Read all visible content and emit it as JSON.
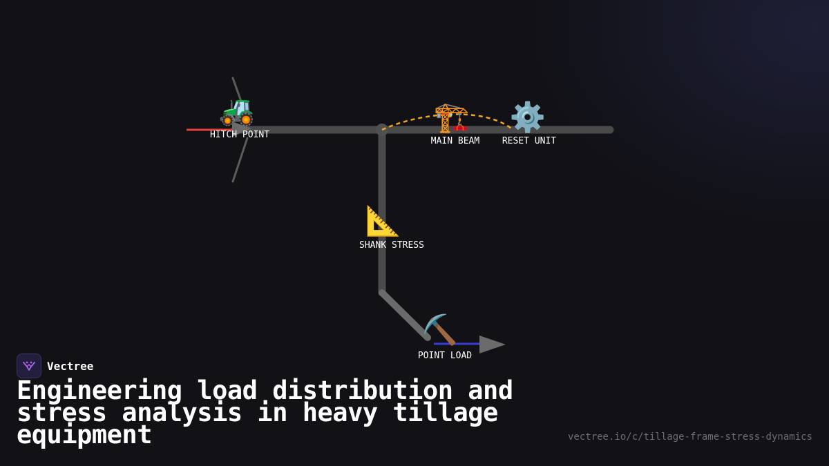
{
  "diagram": {
    "nodes": {
      "hitch": {
        "icon": "🚜",
        "label": "HITCH POINT",
        "icon_name": "tractor-icon"
      },
      "main_beam": {
        "icon": "🏗️",
        "label": "MAIN BEAM",
        "icon_name": "crane-icon"
      },
      "reset": {
        "icon": "⚙️",
        "label": "RESET UNIT",
        "icon_name": "gear-icon"
      },
      "shank": {
        "icon": "📐",
        "label": "SHANK STRESS",
        "icon_name": "triangle-ruler-icon"
      },
      "point": {
        "icon": "⛏️",
        "label": "POINT LOAD",
        "icon_name": "pick-icon"
      }
    },
    "colors": {
      "frame": "#4a4a4a",
      "hitch_force": "#e8413c",
      "point_force": "#3b3bd6",
      "arc": "#f2a623",
      "arrow": "#6b6b6b"
    }
  },
  "brand": {
    "name": "Vectree",
    "logo_icon": "vectree-logo-icon"
  },
  "headline": "Engineering load distribution and stress analysis in heavy tillage equipment",
  "url": "vectree.io/c/tillage-frame-stress-dynamics"
}
